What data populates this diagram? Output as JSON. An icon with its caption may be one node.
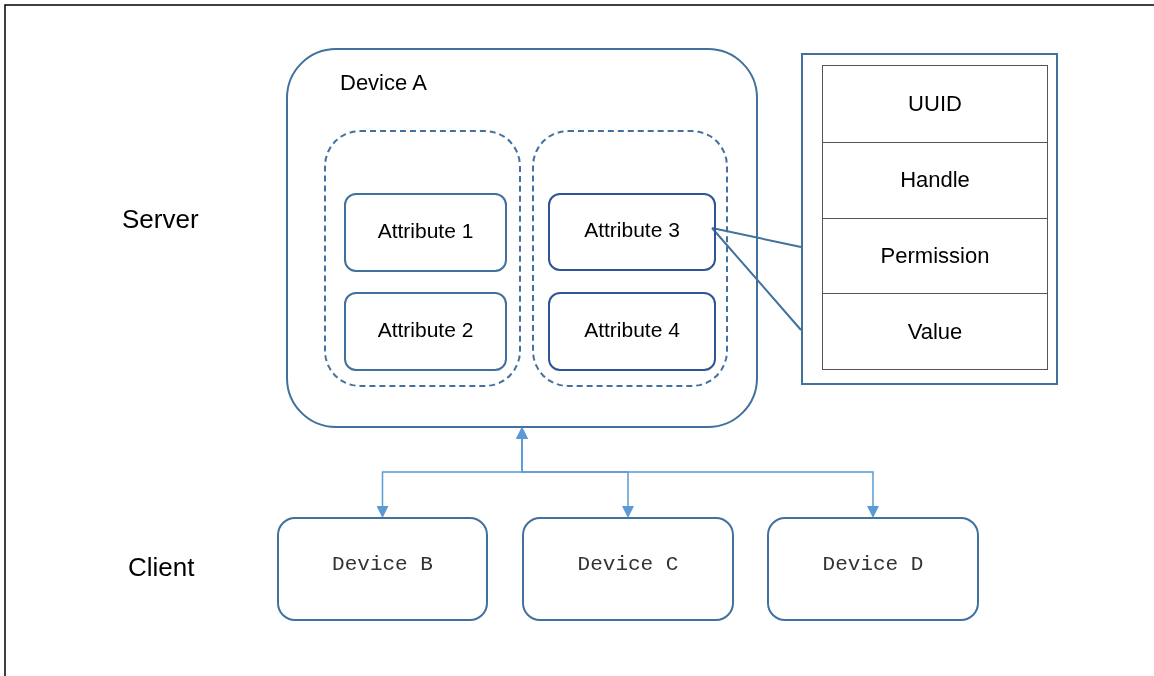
{
  "diagram": {
    "nodes": [
      {
        "text": [
          "Device A"
        ]
      },
      {
        "text": [],
        "shape": "box",
        "in": 0
      },
      {
        "text": [
          "Attribute 1"
        ],
        "in": 1
      },
      {
        "text": [
          "Attribute 2"
        ],
        "in": 1
      },
      {
        "text": [],
        "shape": "box",
        "in": 0
      },
      {
        "text": [
          "Attribute 3"
        ],
        "in": 4
      },
      {
        "text": [
          "Attribute 4"
        ],
        "in": 4
      },
      {
        "text": [
          "UUID",
          "Handle",
          "Permission",
          "Value"
        ]
      },
      {
        "text": [
          "Device B"
        ]
      },
      {
        "text": [
          "Device C"
        ]
      },
      {
        "text": [
          "Device D"
        ]
      }
    ],
    "edges": [
      {
        "from": 5,
        "to": 7,
        "arrow": "none"
      },
      {
        "from": 8,
        "to": 0,
        "arrow": "both",
        "color": "#5b9bd5"
      },
      {
        "from": 9,
        "to": 0,
        "arrow": "both",
        "color": "#5b9bd5"
      },
      {
        "from": 10,
        "to": 0,
        "arrow": "both",
        "color": "#5b9bd5"
      }
    ],
    "labels": [
      "Server",
      "Client"
    ]
  }
}
